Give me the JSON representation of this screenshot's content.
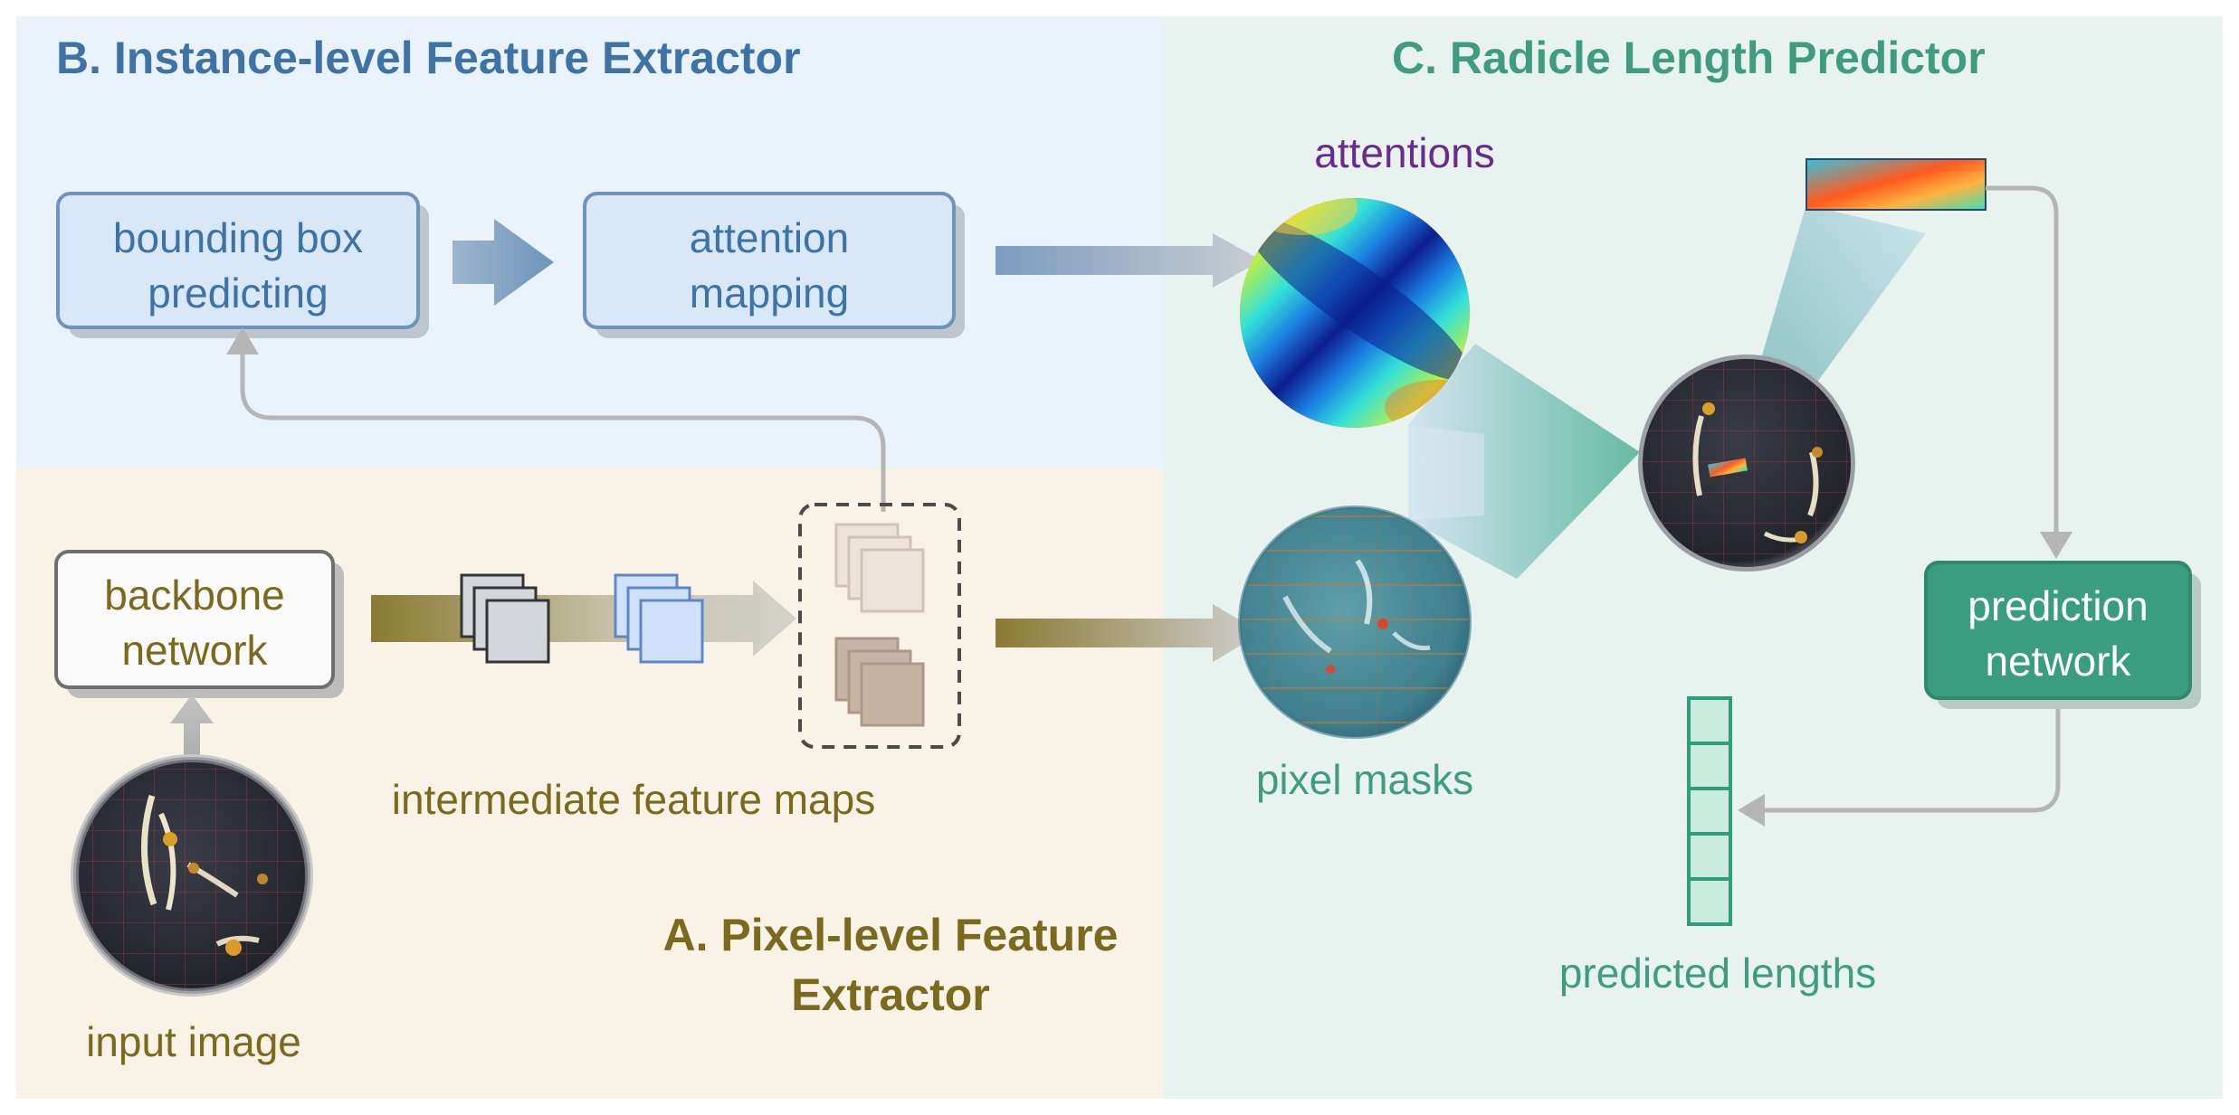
{
  "sections": {
    "instance": {
      "title": "B. Instance-level Feature Extractor",
      "color": "#3e73a6",
      "bg": "#eaf3fc"
    },
    "radicle": {
      "title": "C. Radicle Length Predictor",
      "color": "#3f9c80",
      "bg": "#e8f2ef"
    },
    "pixel": {
      "title_line1": "A. Pixel-level Feature",
      "title_line2": "Extractor",
      "color": "#7a6a1d",
      "bg": "#f8f3e6"
    }
  },
  "boxes": {
    "bounding_box": {
      "line1": "bounding box",
      "line2": "predicting"
    },
    "attention_mapping": {
      "line1": "attention",
      "line2": "mapping"
    },
    "backbone": {
      "line1": "backbone",
      "line2": "network"
    },
    "prediction": {
      "line1": "prediction",
      "line2": "network"
    }
  },
  "labels": {
    "attentions": "attentions",
    "pixel_masks": "pixel masks",
    "input_image": "input image",
    "intermediate_maps": "intermediate feature maps",
    "predicted_lengths": "predicted lengths"
  },
  "colors": {
    "blue_box_fill": "#d8e8f8",
    "blue_box_stroke": "#6e93bd",
    "green_box_fill": "#3a9e7e",
    "green_box_stroke": "#2f8a6c",
    "attentions_label": "#6a2c8c",
    "connector": "#b5b5b5"
  }
}
